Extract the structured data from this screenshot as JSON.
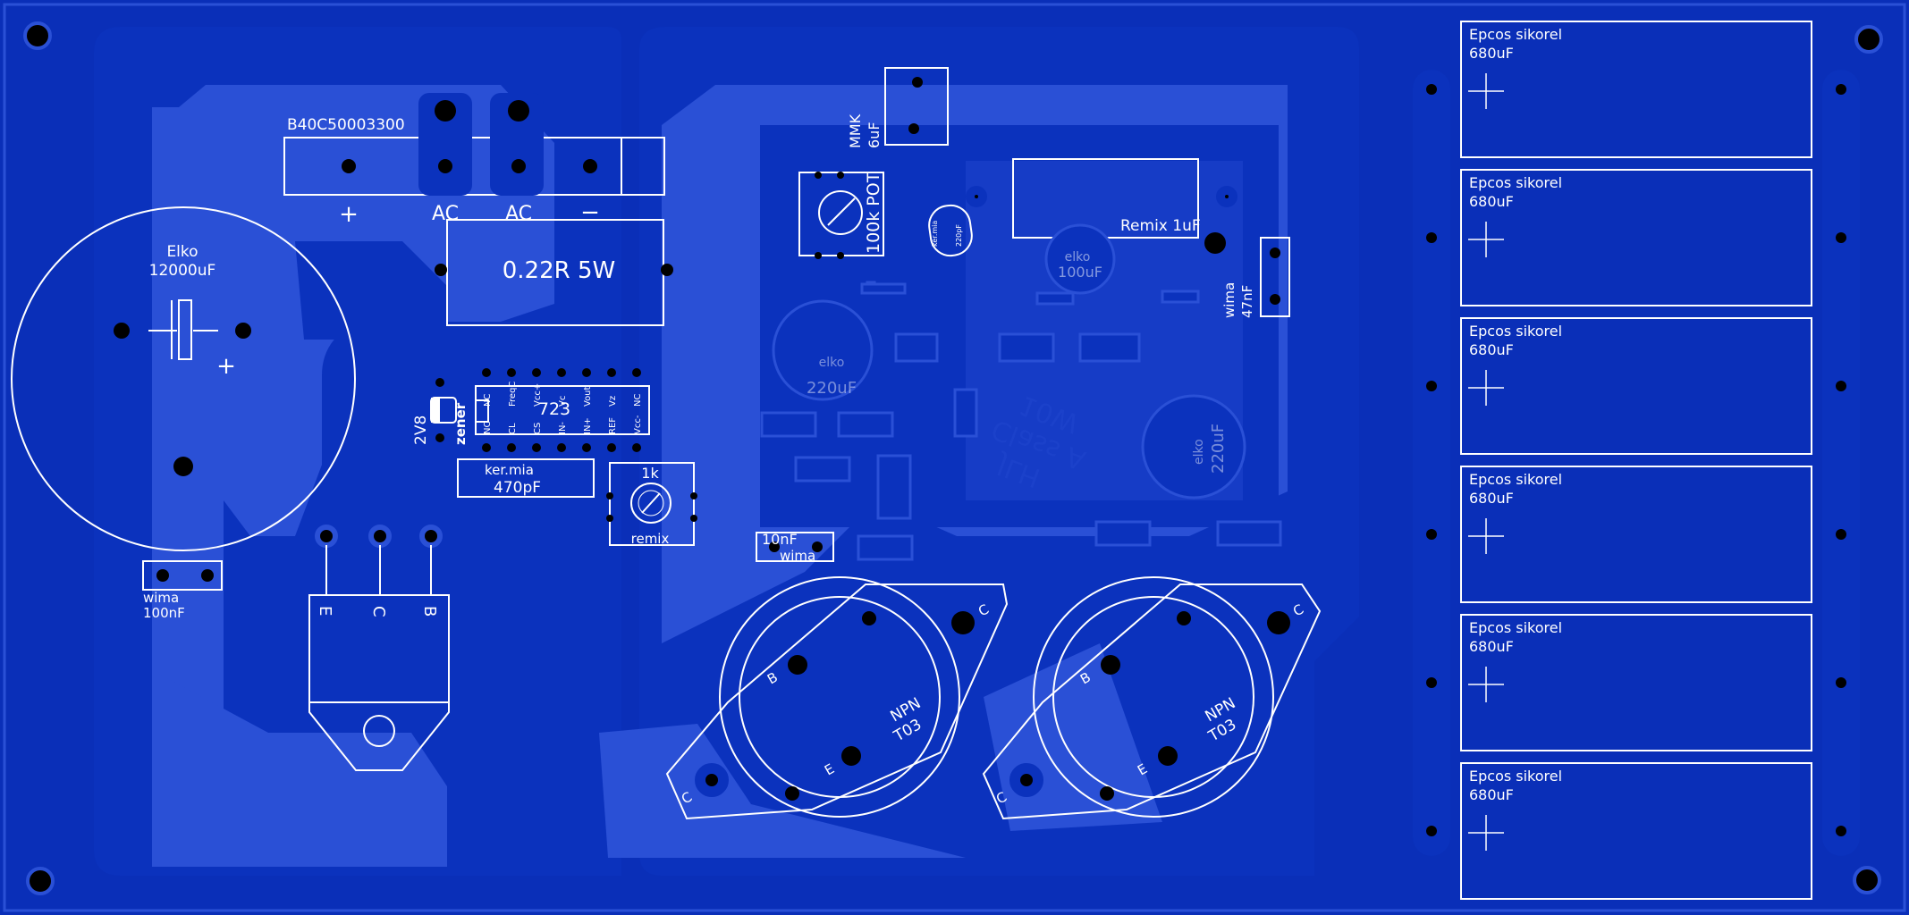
{
  "colors": {
    "board": "#0a2fb8",
    "copper": "#2a50d6",
    "copper_dark": "#0b32bd",
    "silk": "#ffffff",
    "hole": "#000000"
  },
  "labels": {
    "bridge": "B40C50003300",
    "plus": "+",
    "ac1": "AC",
    "ac2": "AC",
    "minus": "−",
    "resistor": "0.22R 5W",
    "elko_big_name": "Elko",
    "elko_big_value": "12000uF",
    "elko_big_plus": "+",
    "wima_small_name": "wima",
    "wima_small_value": "100nF",
    "zener_value": "2V8",
    "zener_name": "zener",
    "ic": "723",
    "ic_top_pins": [
      "NC",
      "FreqC",
      "Vcc+",
      "Vc",
      "Vout",
      "Vz",
      "NC"
    ],
    "ic_bottom_pins": [
      "NC",
      "CL",
      "CS",
      "IN-",
      "IN+",
      "REF",
      "Vcc-"
    ],
    "kermia_name": "ker.mia",
    "kermia_value": "470pF",
    "pot1k_value": "1k",
    "pot1k_name": "remix",
    "transistor_e": "E",
    "transistor_c": "C",
    "transistor_b": "B",
    "mmk_name": "MMK",
    "mmk_value": "6uF",
    "pot100k": "100k POT",
    "kermia_small": "ker.mia",
    "kermia_small_value": "220pF",
    "remix_1uf": "Remix 1uF",
    "elko_100": "elko",
    "elko_100_value": "100uF",
    "wima_47_name": "wima",
    "wima_47_value": "47nF",
    "elko_220a": "elko",
    "elko_220a_value": "220uF",
    "elko_220b": "elko",
    "elko_220b_value": "220uF",
    "cap10nf_value": "10nF",
    "cap10nf_name": "wima",
    "npn1": "NPN",
    "npn1_pkg": "T03",
    "npn2": "NPN",
    "npn2_pkg": "T03",
    "to3_b": "B",
    "to3_e": "E",
    "to3_c": "C",
    "copper_text_1": "JLH",
    "copper_text_2": "Class A",
    "copper_text_3": "10W"
  },
  "epcos": [
    {
      "name": "Epcos sikorel",
      "value": "680uF"
    },
    {
      "name": "Epcos sikorel",
      "value": "680uF"
    },
    {
      "name": "Epcos sikorel",
      "value": "680uF"
    },
    {
      "name": "Epcos sikorel",
      "value": "680uF"
    },
    {
      "name": "Epcos sikorel",
      "value": "680uF"
    },
    {
      "name": "Epcos sikorel",
      "value": "680uF"
    }
  ]
}
